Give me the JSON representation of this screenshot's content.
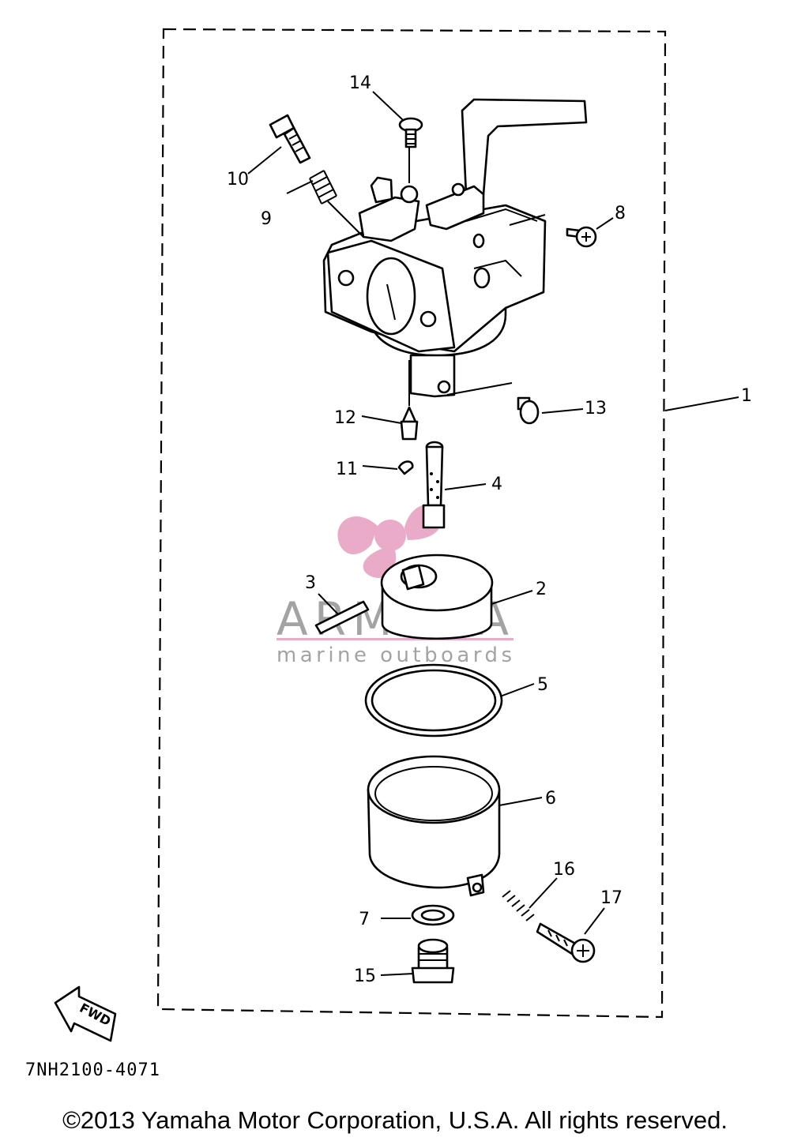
{
  "diagram": {
    "callouts": [
      "1",
      "2",
      "3",
      "4",
      "5",
      "6",
      "7",
      "8",
      "9",
      "10",
      "11",
      "12",
      "13",
      "14",
      "15",
      "16",
      "17"
    ],
    "fwd_label": "FWD",
    "part_code": "7NH2100-4071"
  },
  "watermark": {
    "brand": "ARMADA",
    "tagline": "marine outboards",
    "color": "#e8a3c4"
  },
  "footer": {
    "copyright": "©2013 Yamaha Motor Corporation, U.S.A. All rights reserved."
  }
}
